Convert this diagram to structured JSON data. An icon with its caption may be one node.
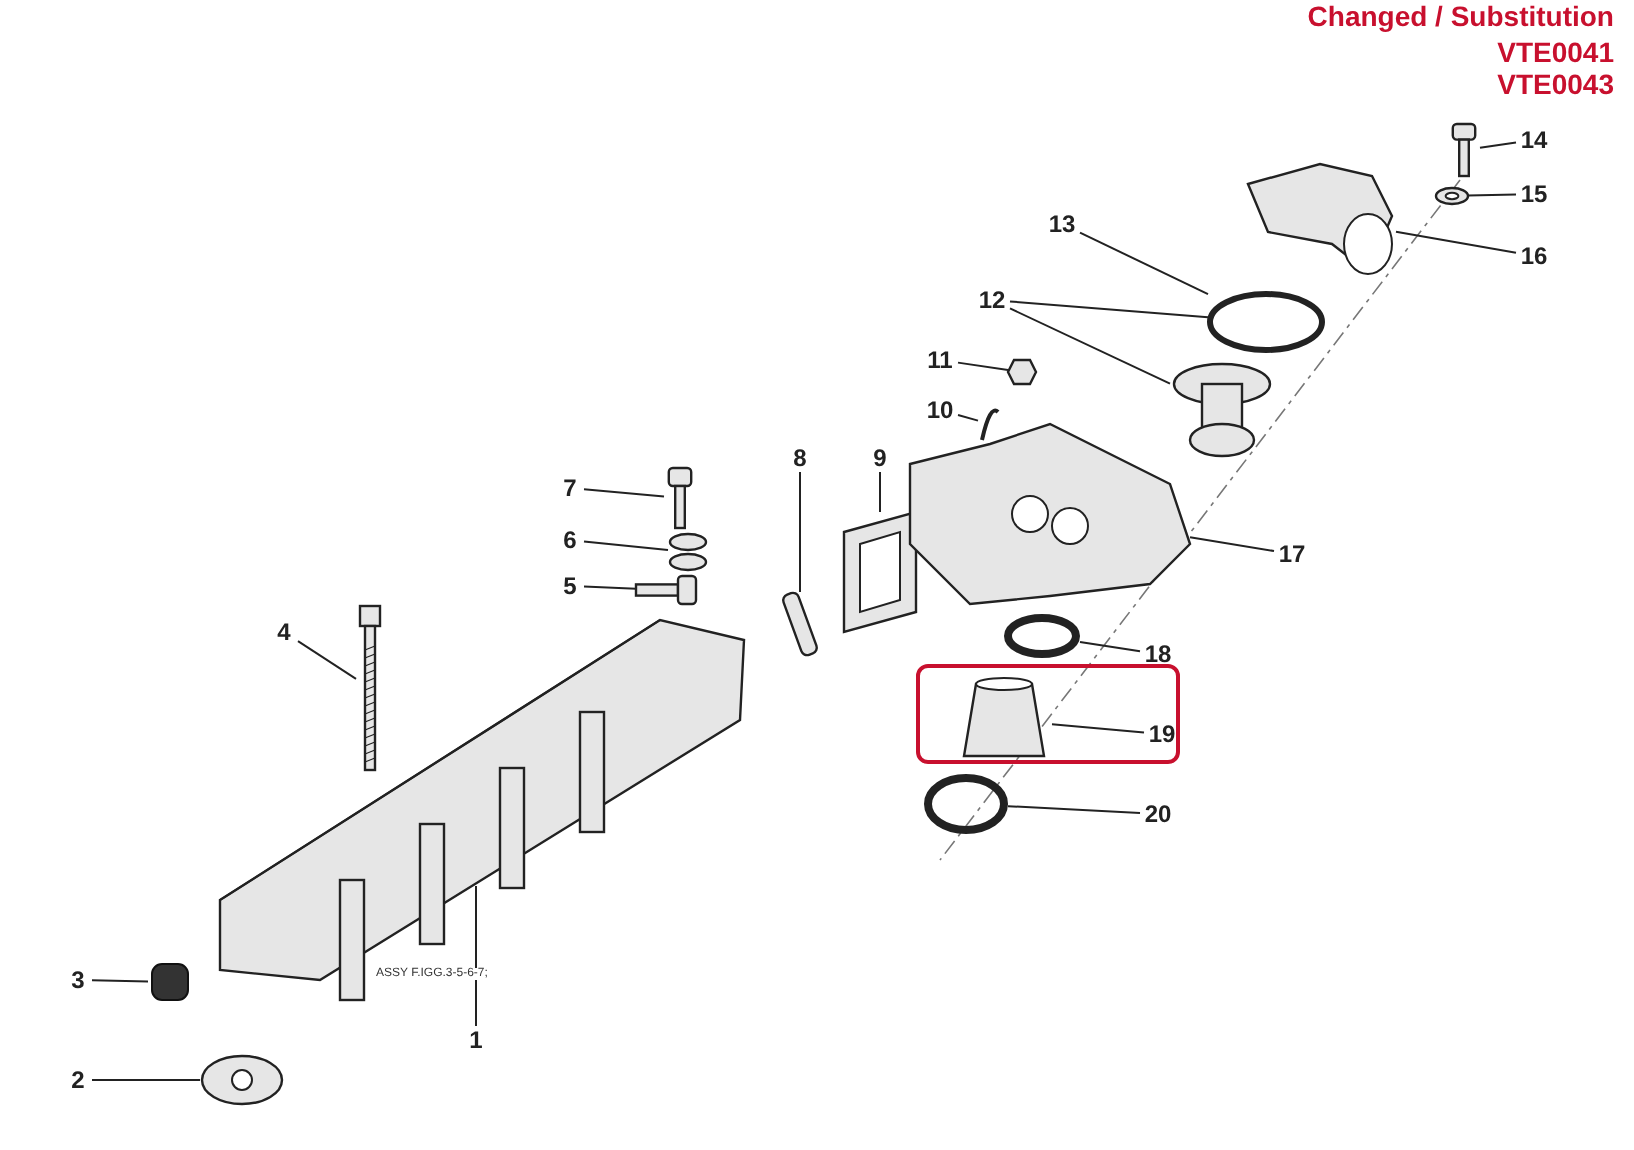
{
  "diagram": {
    "nodes": [
      {
        "text": [
          "14"
        ]
      },
      {
        "text": [
          "15"
        ]
      },
      {
        "text": [
          "16"
        ]
      },
      {
        "text": [
          "13"
        ]
      },
      {
        "text": [
          "12"
        ]
      },
      {
        "text": [
          "11"
        ]
      },
      {
        "text": [
          "10"
        ]
      },
      {
        "text": [
          "7"
        ]
      },
      {
        "text": [
          "8"
        ]
      },
      {
        "text": [
          "9"
        ]
      },
      {
        "text": [
          "6"
        ]
      },
      {
        "text": [
          "17"
        ]
      },
      {
        "text": [
          "5"
        ]
      },
      {
        "text": [
          "4"
        ]
      },
      {
        "text": [
          "18"
        ]
      },
      {
        "text": [],
        "shape": "box"
      },
      {
        "text": [
          "19"
        ],
        "in": 15
      },
      {
        "text": [
          "20"
        ]
      },
      {
        "text": [
          "3"
        ]
      },
      {
        "text": [
          "1"
        ]
      },
      {
        "text": [
          "2"
        ]
      },
      {
        "text": [],
        "shape": "picture"
      },
      {
        "text": [],
        "shape": "picture"
      },
      {
        "text": [],
        "shape": "picture"
      },
      {
        "text": [],
        "shape": "circle"
      },
      {
        "text": [],
        "shape": "picture"
      },
      {
        "text": [],
        "shape": "box"
      },
      {
        "text": [],
        "shape": "picture"
      },
      {
        "text": [],
        "shape": "picture"
      },
      {
        "text": [],
        "shape": "box"
      },
      {
        "text": [],
        "shape": "picture"
      },
      {
        "text": [],
        "shape": "picture"
      },
      {
        "text": [],
        "shape": "picture"
      },
      {
        "text": [],
        "shape": "picture"
      },
      {
        "text": [],
        "shape": "picture"
      },
      {
        "text": [],
        "shape": "circle"
      },
      {
        "text": [],
        "shape": "box",
        "in": 15
      },
      {
        "text": [],
        "shape": "circle"
      },
      {
        "text": [],
        "shape": "box"
      },
      {
        "text": [],
        "shape": "picture"
      },
      {
        "text": [],
        "shape": "picture"
      }
    ],
    "edges": [
      {
        "from": 0,
        "to": 21,
        "arrow": "none"
      },
      {
        "from": 1,
        "to": 22,
        "arrow": "none"
      },
      {
        "from": 2,
        "to": 23,
        "arrow": "none"
      },
      {
        "from": 3,
        "to": 24,
        "arrow": "none"
      },
      {
        "from": 4,
        "to": 24,
        "arrow": "none"
      },
      {
        "from": 4,
        "to": 25,
        "arrow": "none"
      },
      {
        "from": 5,
        "to": 26,
        "arrow": "none"
      },
      {
        "from": 6,
        "to": 27,
        "arrow": "none"
      },
      {
        "from": 7,
        "to": 28,
        "arrow": "none"
      },
      {
        "from": 8,
        "to": 29,
        "arrow": "none"
      },
      {
        "from": 9,
        "to": 30,
        "arrow": "none"
      },
      {
        "from": 10,
        "to": 31,
        "arrow": "none"
      },
      {
        "from": 11,
        "to": 32,
        "arrow": "none"
      },
      {
        "from": 12,
        "to": 33,
        "arrow": "none"
      },
      {
        "from": 13,
        "to": 34,
        "arrow": "none"
      },
      {
        "from": 14,
        "to": 35,
        "arrow": "none"
      },
      {
        "from": 16,
        "to": 36,
        "arrow": "none"
      },
      {
        "from": 17,
        "to": 37,
        "arrow": "none"
      },
      {
        "from": 18,
        "to": 38,
        "arrow": "none"
      },
      {
        "from": 19,
        "to": 39,
        "arrow": "none"
      },
      {
        "from": 20,
        "to": 40,
        "arrow": "none"
      }
    ],
    "labels": [
      "Changed / Substitution",
      "VTE0041",
      "VTE0043",
      "ASSY F.IGG.3-5-6-7;"
    ]
  }
}
